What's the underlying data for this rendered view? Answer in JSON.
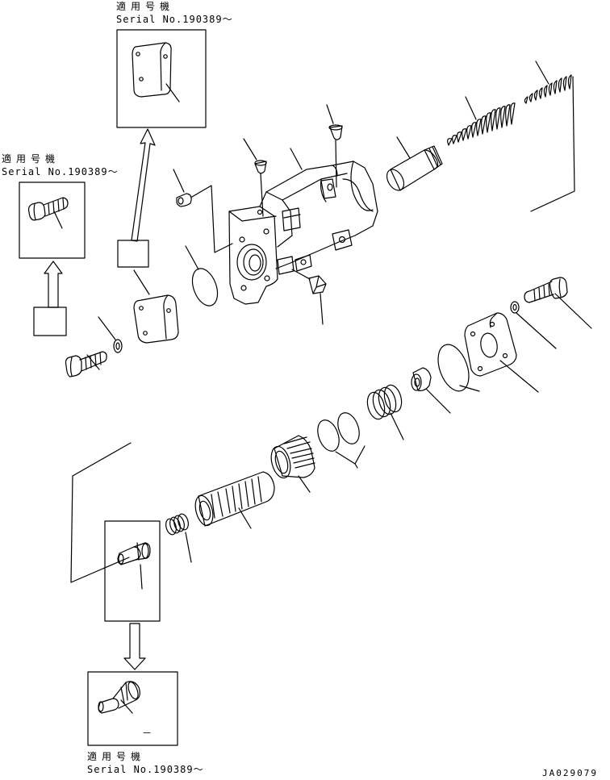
{
  "serial_notes": {
    "top": {
      "applicable": "適用号機",
      "serial": "Serial No.190389～"
    },
    "left": {
      "applicable": "適用号機",
      "serial": "Serial No.190389～"
    },
    "bottom": {
      "applicable": "適用号機",
      "serial": "Serial No.190389～"
    }
  },
  "bottom_box_note": "－",
  "drawing_code": "JA029079",
  "colors": {
    "line": "#000000",
    "background": "#ffffff"
  },
  "icons": [
    "cover-icon",
    "bolt-icon",
    "plug-icon",
    "valve-body-icon",
    "spool-icon",
    "spring-icon",
    "piston-icon",
    "o-ring-icon",
    "washer-icon",
    "flange-icon",
    "arrow-icon"
  ]
}
